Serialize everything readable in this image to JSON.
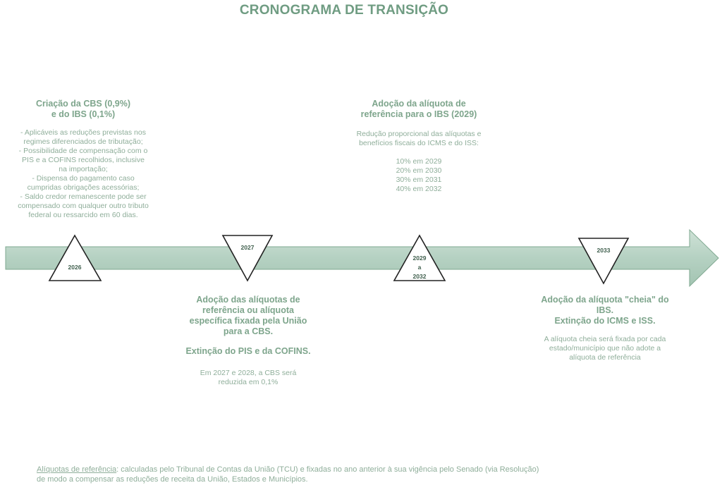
{
  "title": "CRONOGRAMA DE TRANSIÇÃO",
  "milestones": [
    {
      "label": "2026",
      "heading": [
        "Criação da CBS (0,9%)",
        "e do IBS (0,1%)"
      ],
      "body": [
        "- Aplicáveis as reduções previstas nos",
        "regimes diferenciados de tributação;",
        "- Possibilidade de compensação com o",
        "PIS e a COFINS recolhidos, inclusive",
        "na importação;",
        "- Dispensa do pagamento caso",
        "cumpridas obrigações acessórias;",
        "- Saldo credor remanescente pode ser",
        "compensado com qualquer outro tributo",
        "federal ou ressarcido em 60 dias."
      ]
    },
    {
      "label": "2027",
      "heading": [
        "Adoção das alíquotas de",
        "referência ou alíquota",
        "específica fixada pela União",
        "para a CBS."
      ],
      "heading2": "Extinção do PIS e da COFINS.",
      "body": [
        "Em 2027 e 2028, a CBS será",
        "reduzida em 0,1%"
      ]
    },
    {
      "label_lines": [
        "2029",
        "a",
        "2032"
      ],
      "heading": [
        "Adoção da alíquota de",
        "referência para o IBS (2029)"
      ],
      "body": [
        "Redução proporcional das alíquotas e",
        "benefícios fiscais do ICMS e do ISS:"
      ],
      "schedule": [
        "10% em 2029",
        "20% em 2030",
        "30% em 2031",
        "40% em 2032"
      ]
    },
    {
      "label": "2033",
      "heading": [
        "Adoção da alíquota \"cheia\" do",
        "IBS.",
        "Extinção do ICMS e ISS."
      ],
      "body": [
        "A alíquota cheia será fixada por cada",
        "estado/município que não adote a",
        "alíquota de referência"
      ]
    }
  ],
  "footnote": {
    "term": "Alíquotas de referência",
    "line1": ":  calculadas pelo Tribunal de Contas da União (TCU) e fixadas no ano anterior à sua vigência pelo Senado (via Resolução)",
    "line2": "de modo a compensar as reduções de receita da União, Estados e Municípios."
  },
  "colors": {
    "arrow_fill": "#b5d1c2",
    "arrow_stroke": "#7fa890",
    "title": "#6f9c82",
    "text": "#8fae9a"
  }
}
